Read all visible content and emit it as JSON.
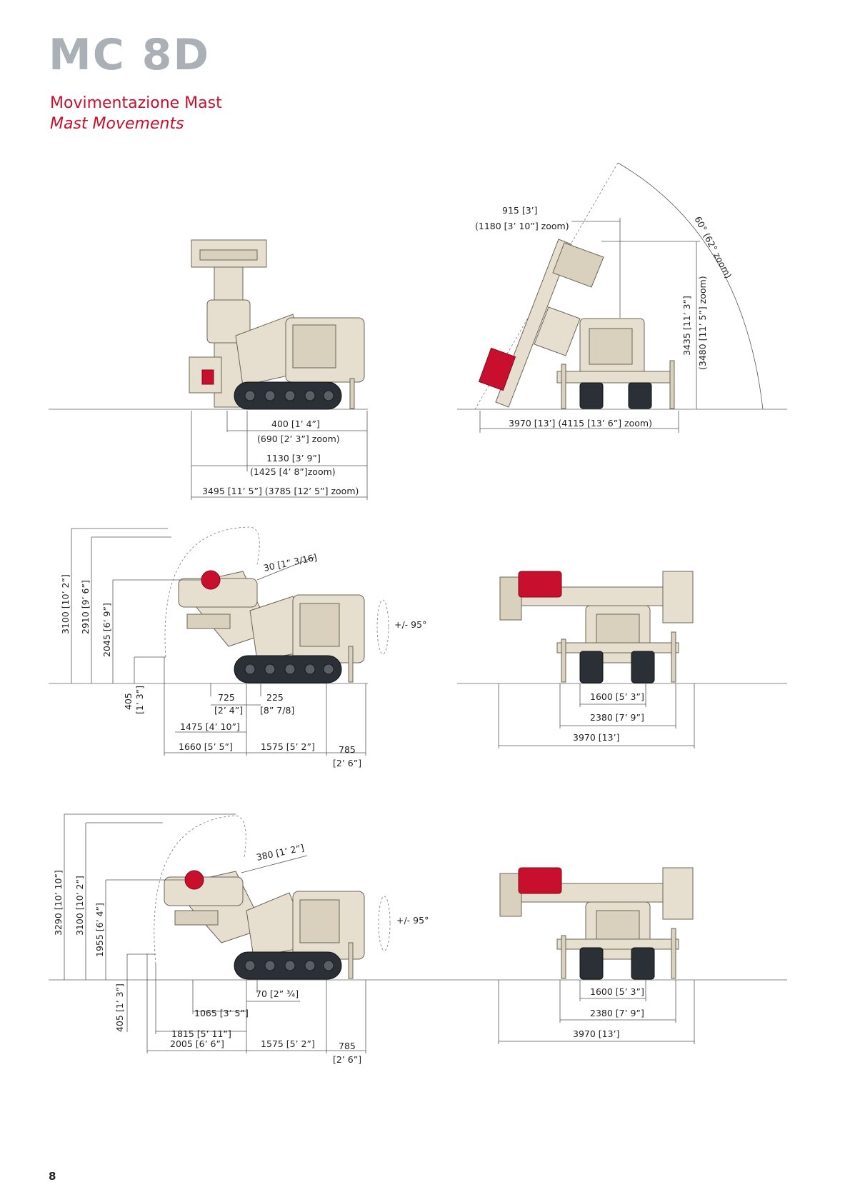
{
  "header": {
    "title": "MC 8D",
    "subtitle_it": "Movimentazione Mast",
    "subtitle_en": "Mast Movements"
  },
  "colors": {
    "accent": "#c8102e",
    "title_gray": "#aab0b6",
    "machine_body": "#e6dfcf",
    "tracks": "#2b2f36"
  },
  "view1": {
    "d400": "400 [1’ 4”]",
    "d690": "(690 [2’ 3”] zoom)",
    "d1130": "1130 [3’ 9”]",
    "d1425": "(1425  [4’ 8”]zoom)",
    "d3495": "3495 [11’ 5”] (3785 [12’ 5”] zoom)"
  },
  "view2": {
    "d915": "915 [3’]",
    "d1180": "(1180 [3’ 10”] zoom)",
    "angle": "60° (62° zoom)",
    "d3435": "3435 [11’ 3”]",
    "d3480": "(3480 [11’ 5”] zoom)",
    "d3970": "3970 [13’] (4115 [13’ 6”] zoom)"
  },
  "view3": {
    "v3100": "3100 [10’ 2”]",
    "v2910": "2910 [9’ 6”]",
    "v2045": "2045 [6’ 9”]",
    "v405a": "405",
    "v405b": "[1’ 3”]",
    "d30": "30 [1” 3/16]",
    "rot": "+/- 95°",
    "d725a": "725",
    "d725b": "[2’ 4”]",
    "d225a": "225",
    "d225b": "[8” 7/8]",
    "d1475": "1475 [4’ 10”]",
    "d1660": "1660 [5’ 5”]",
    "d1575": "1575 [5’ 2”]",
    "d785a": "785",
    "d785b": "[2’ 6”]"
  },
  "view4": {
    "d1600": "1600 [5’ 3”]",
    "d2380": "2380 [7’ 9”]",
    "d3970": "3970 [13’]"
  },
  "view5": {
    "v3290": "3290 [10’ 10”]",
    "v3100": "3100 [10’ 2”]",
    "v1955": "1955 [6’ 4”]",
    "v405": "405 [1’ 3”]",
    "d380": "380 [1’ 2”]",
    "rot": "+/- 95°",
    "d70": "70 [2” ¾]",
    "d1065": "1065 [3’ 5”]",
    "d1815": "1815 [5’ 11”]",
    "d2005": "2005 [6’ 6”]",
    "d1575": "1575 [5’ 2”]",
    "d785a": "785",
    "d785b": "[2’ 6”]"
  },
  "view6": {
    "d1600": "1600 [5’ 3”]",
    "d2380": "2380 [7’ 9”]",
    "d3970": "3970 [13’]"
  },
  "footer": {
    "page_number": "8"
  }
}
